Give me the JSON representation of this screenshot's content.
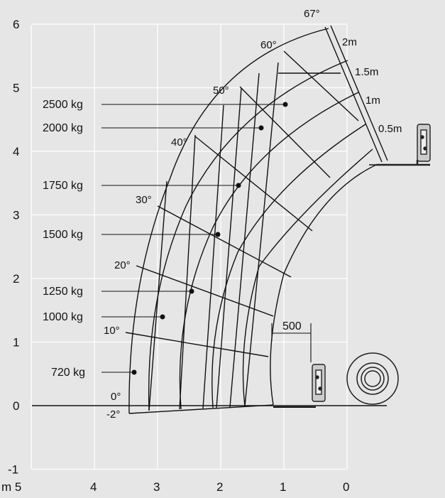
{
  "colors": {
    "background": "#e6e6e6",
    "grid": "#ffffff",
    "ink": "#111111",
    "machine": "#333333"
  },
  "axes": {
    "x_ticks": [
      "m 5",
      "4",
      "3",
      "2",
      "1",
      "0"
    ],
    "y_ticks": [
      "6",
      "5",
      "4",
      "3",
      "2",
      "1",
      "0",
      "-1"
    ]
  },
  "angles": [
    "67°",
    "60°",
    "50°",
    "40°",
    "30°",
    "20°",
    "10°",
    "0°",
    "-2°"
  ],
  "extensions": [
    "2m",
    "1.5m",
    "1m",
    "0.5m"
  ],
  "loads": [
    "2500 kg",
    "2000 kg",
    "1750 kg",
    "1500 kg",
    "1250 kg",
    "1000 kg",
    "720 kg"
  ],
  "dimension": {
    "label": "500"
  },
  "icons": {
    "forks_top": "fork-carriage-icon",
    "forks_bottom": "fork-carriage-icon",
    "wheel": "wheel-icon"
  }
}
